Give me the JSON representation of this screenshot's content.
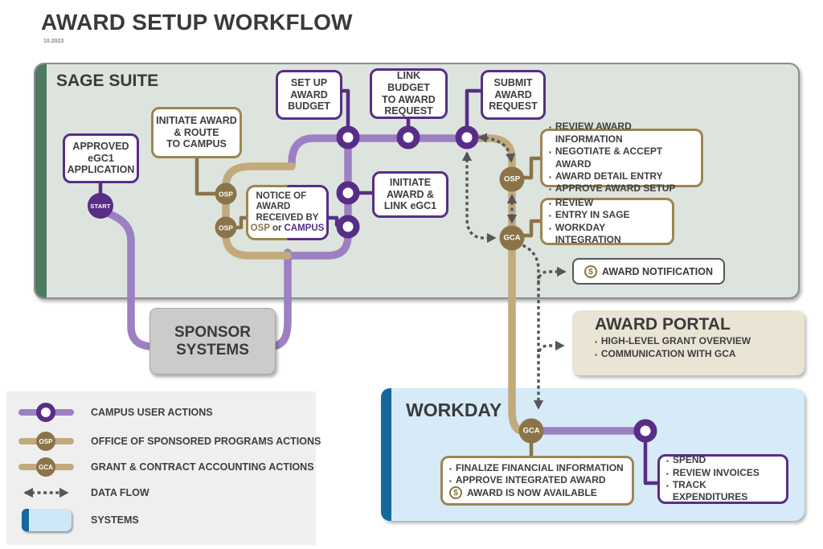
{
  "title": "AWARD SETUP WORKFLOW",
  "version": "10.2023",
  "bullet_char": "▪",
  "containers": {
    "sage": {
      "title": "SAGE SUITE"
    },
    "workday": {
      "title": "WORKDAY"
    },
    "sponsor": {
      "line1": "SPONSOR",
      "line2": "SYSTEMS"
    },
    "portal": {
      "title": "AWARD PORTAL",
      "bullets": [
        "HIGH-LEVEL GRANT OVERVIEW",
        "COMMUNICATION WITH GCA"
      ]
    }
  },
  "boxes": {
    "approved": {
      "lines": [
        "APPROVED",
        "eGC1",
        "APPLICATION"
      ]
    },
    "initiate_route": {
      "lines": [
        "INITIATE AWARD",
        "& ROUTE",
        "TO CAMPUS"
      ]
    },
    "setup_budget": {
      "lines": [
        "SET UP",
        "AWARD",
        "BUDGET"
      ]
    },
    "link_budget": {
      "lines": [
        "LINK BUDGET",
        "TO AWARD",
        "REQUEST"
      ]
    },
    "submit_request": {
      "lines": [
        "SUBMIT",
        "AWARD",
        "REQUEST"
      ]
    },
    "notice": {
      "lines": [
        "NOTICE OF",
        "AWARD",
        "RECEIVED BY"
      ],
      "osp": "OSP",
      "or": "or",
      "campus": "CAMPUS"
    },
    "initiate_link": {
      "lines": [
        "INITIATE",
        "AWARD &",
        "LINK eGC1"
      ]
    },
    "osp_actions": {
      "bullets": [
        "REVIEW AWARD INFORMATION",
        "NEGOTIATE & ACCEPT AWARD",
        "AWARD DETAIL ENTRY",
        "APPROVE AWARD SETUP"
      ]
    },
    "gca_actions": {
      "bullets": [
        "REVIEW",
        "ENTRY IN SAGE",
        "WORKDAY INTEGRATION"
      ]
    },
    "notification": {
      "label": "AWARD NOTIFICATION",
      "icon": "$"
    },
    "finalize": {
      "bullets": [
        "FINALIZE FINANCIAL INFORMATION",
        "APPROVE INTEGRATED AWARD"
      ],
      "highlight": "AWARD IS NOW AVAILABLE",
      "icon": "$"
    },
    "spend": {
      "bullets": [
        "SPEND",
        "REVIEW INVOICES",
        "TRACK EXPENDITURES"
      ]
    }
  },
  "nodes": {
    "start": "START",
    "osp": "OSP",
    "gca": "GCA"
  },
  "legend": {
    "items": [
      {
        "label": "CAMPUS USER ACTIONS"
      },
      {
        "label": "OFFICE OF SPONSORED PROGRAMS ACTIONS"
      },
      {
        "label": "GRANT & CONTRACT ACCOUNTING ACTIONS"
      },
      {
        "label": "DATA FLOW"
      },
      {
        "label": "SYSTEMS"
      }
    ]
  },
  "colors": {
    "purple_dark": "#582d87",
    "purple_light": "#9d80c2",
    "tan_dark": "#8a7448",
    "tan_light": "#c2aa7c",
    "sage_bg": "#dce4dd",
    "green_bar": "#4d7a60",
    "blue_bg": "#d6eaf8",
    "blue_bar": "#15689f",
    "gray_dotted": "#55565a"
  }
}
